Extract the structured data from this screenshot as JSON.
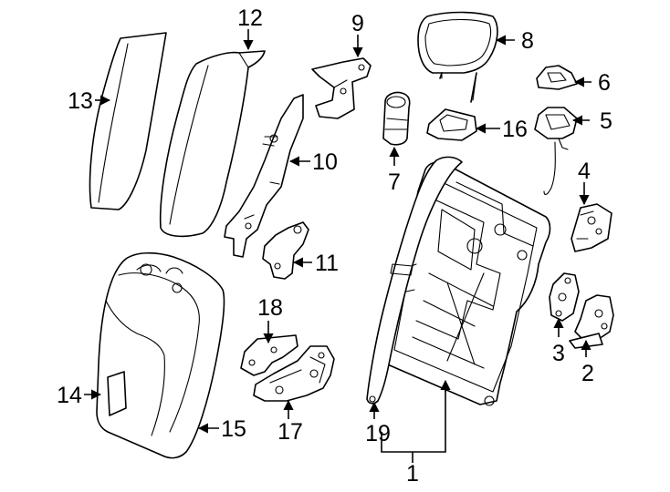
{
  "diagram": {
    "callouts": [
      {
        "id": "1",
        "label": "1"
      },
      {
        "id": "2",
        "label": "2"
      },
      {
        "id": "3",
        "label": "3"
      },
      {
        "id": "4",
        "label": "4"
      },
      {
        "id": "5",
        "label": "5"
      },
      {
        "id": "6",
        "label": "6"
      },
      {
        "id": "7",
        "label": "7"
      },
      {
        "id": "8",
        "label": "8"
      },
      {
        "id": "9",
        "label": "9"
      },
      {
        "id": "10",
        "label": "10"
      },
      {
        "id": "11",
        "label": "11"
      },
      {
        "id": "12",
        "label": "12"
      },
      {
        "id": "13",
        "label": "13"
      },
      {
        "id": "14",
        "label": "14"
      },
      {
        "id": "15",
        "label": "15"
      },
      {
        "id": "16",
        "label": "16"
      },
      {
        "id": "17",
        "label": "17"
      },
      {
        "id": "18",
        "label": "18"
      },
      {
        "id": "19",
        "label": "19"
      }
    ],
    "colors": {
      "line": "#000000",
      "background": "#ffffff"
    }
  }
}
